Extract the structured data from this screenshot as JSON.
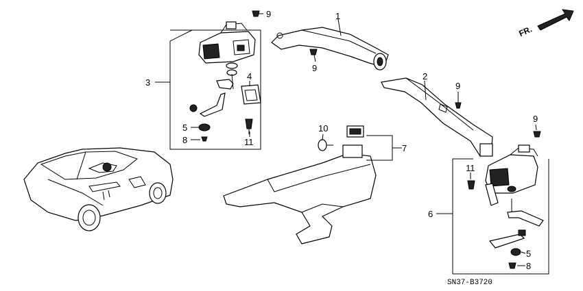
{
  "diagram": {
    "callouts": {
      "c1": "1",
      "c2": "2",
      "c3": "3",
      "c4": "4",
      "c5a": "5",
      "c5b": "5",
      "c6": "6",
      "c7": "7",
      "c8a": "8",
      "c8b": "8",
      "c9a": "9",
      "c9b": "9",
      "c9c": "9",
      "c9d": "9",
      "c10": "10",
      "c11a": "11",
      "c11b": "11"
    },
    "direction_label": "FR.",
    "diagram_code": "SN37-B3720"
  }
}
